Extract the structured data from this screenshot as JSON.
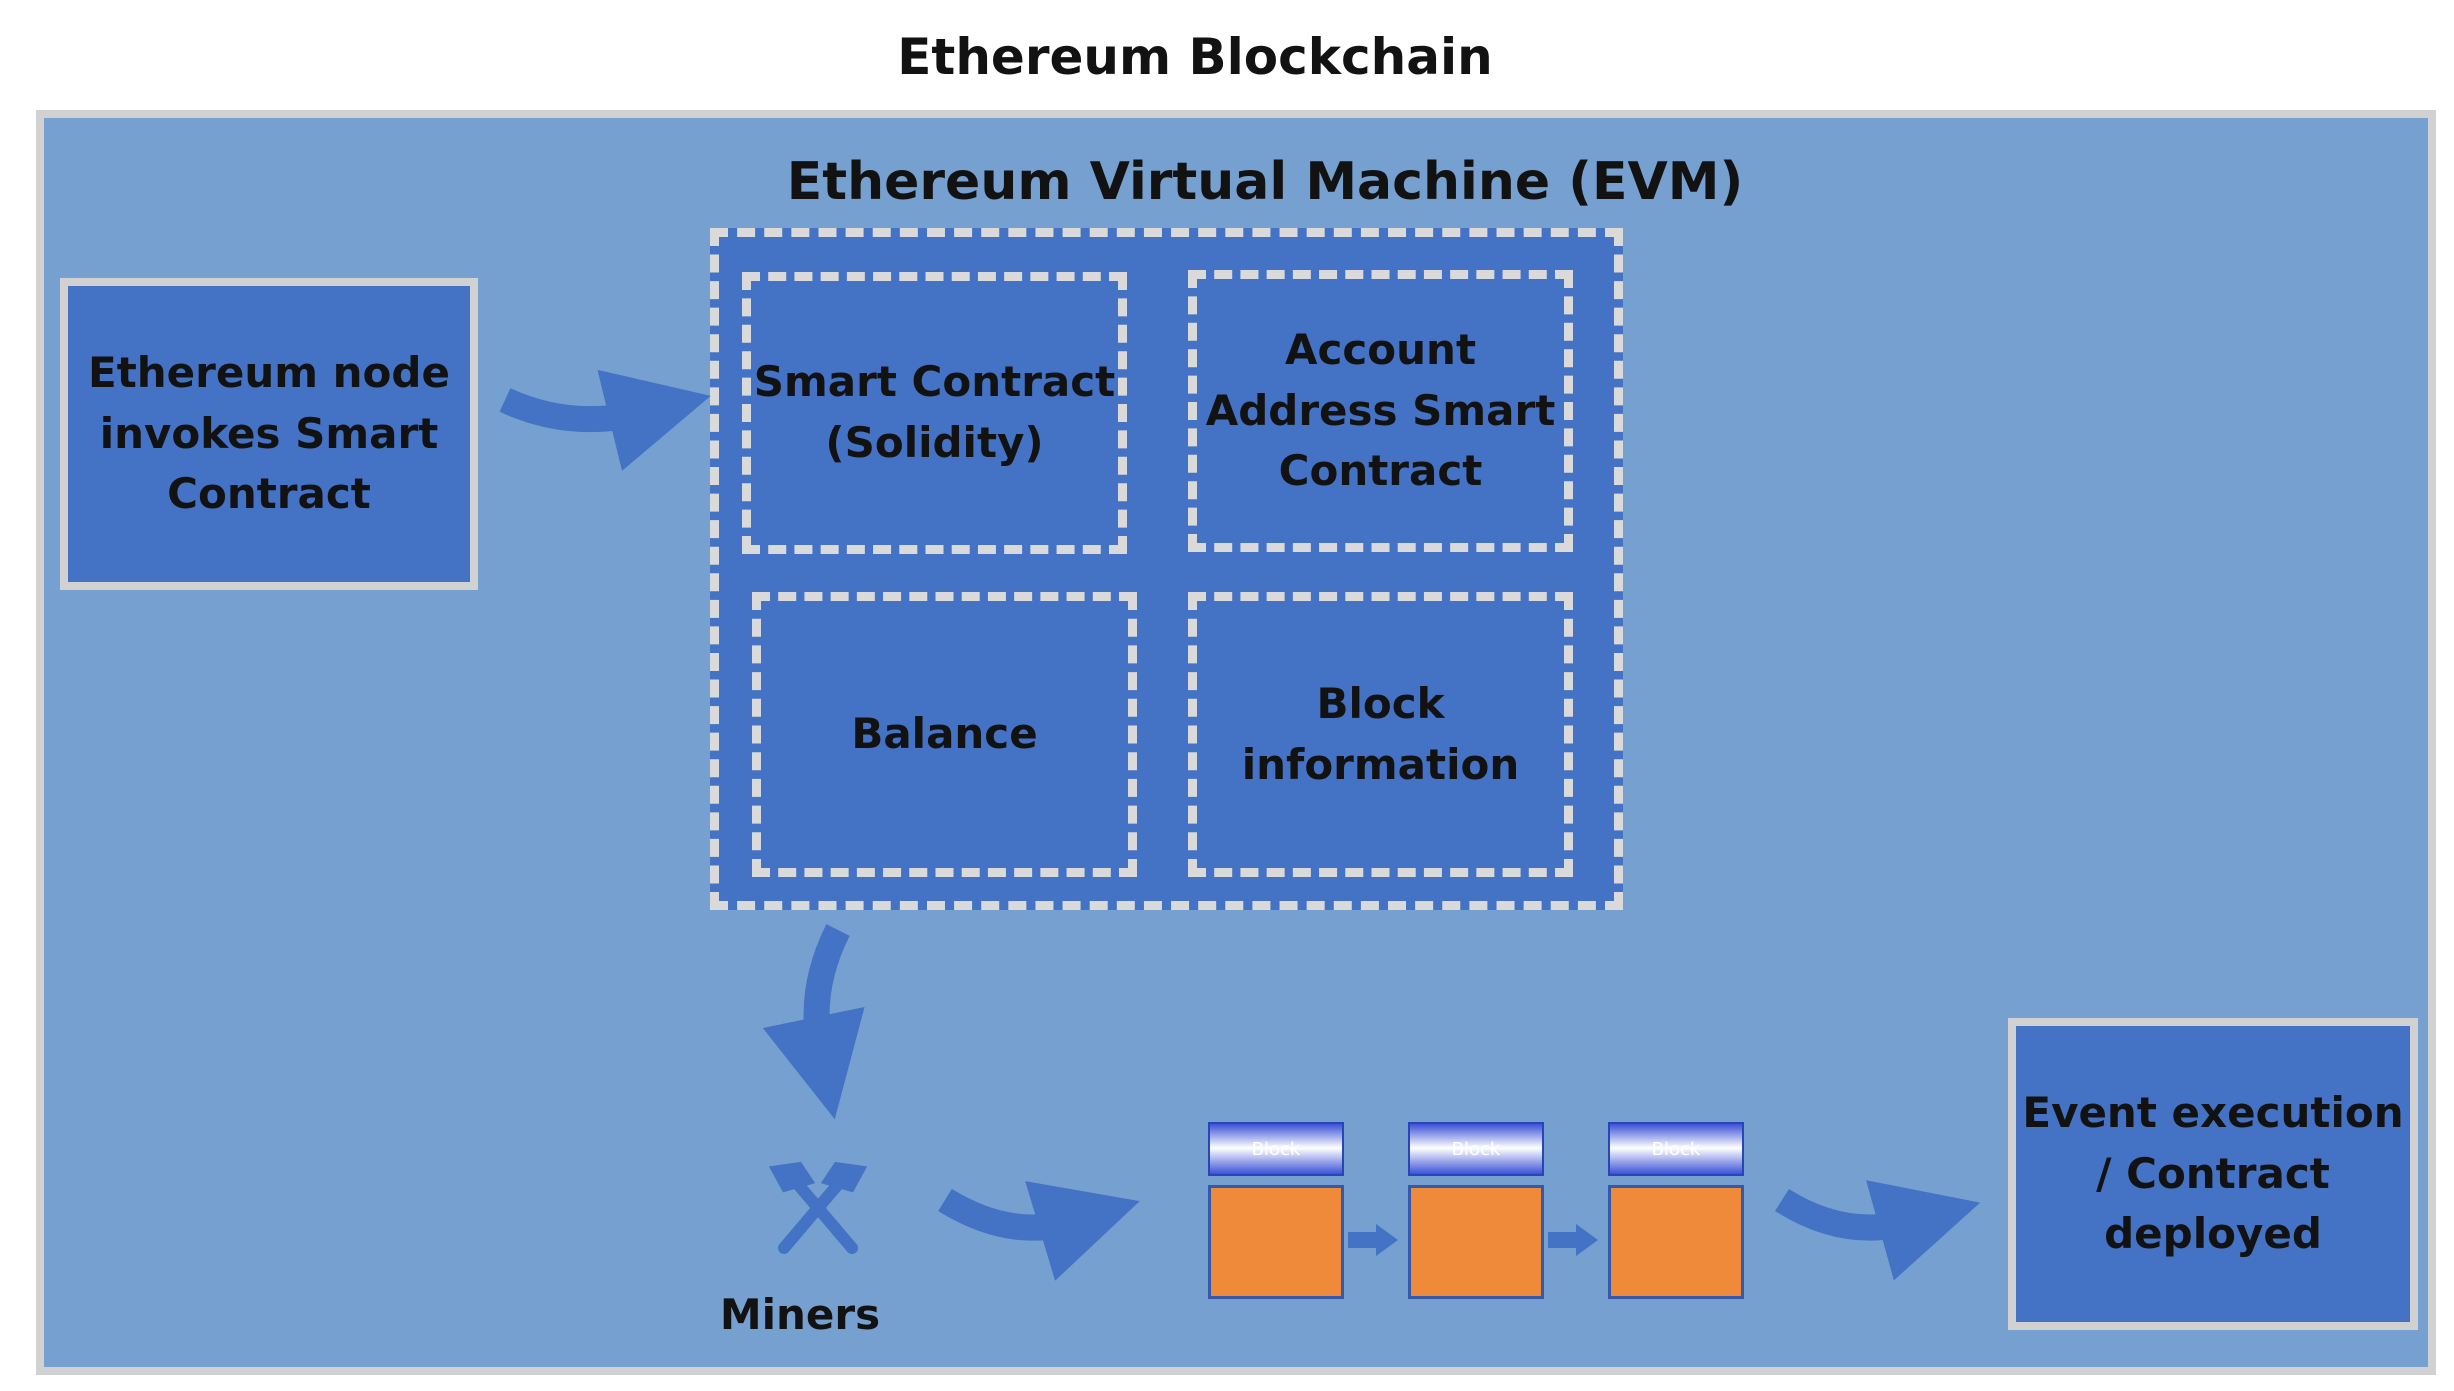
{
  "diagram": {
    "title": "Ethereum Blockchain",
    "evm_title": "Ethereum Virtual Machine (EVM)",
    "node_label": "Ethereum node invokes Smart Contract",
    "cells": [
      {
        "label": "Smart Contract (Solidity)"
      },
      {
        "label": "Account Address Smart Contract"
      },
      {
        "label": "Balance"
      },
      {
        "label": "Block information"
      }
    ],
    "miners_label": "Miners",
    "blocks": [
      {
        "label": "Block"
      },
      {
        "label": "Block"
      },
      {
        "label": "Block"
      }
    ],
    "event_label": "Event execution / Contract deployed"
  },
  "colors": {
    "background": "#76a0cf",
    "box_fill": "#4472c4",
    "border": "#d1d1d1",
    "arrow": "#4472c4",
    "block_body": "#ef8a3a"
  },
  "icons": {
    "miners": "crossed-hammers-icon"
  }
}
